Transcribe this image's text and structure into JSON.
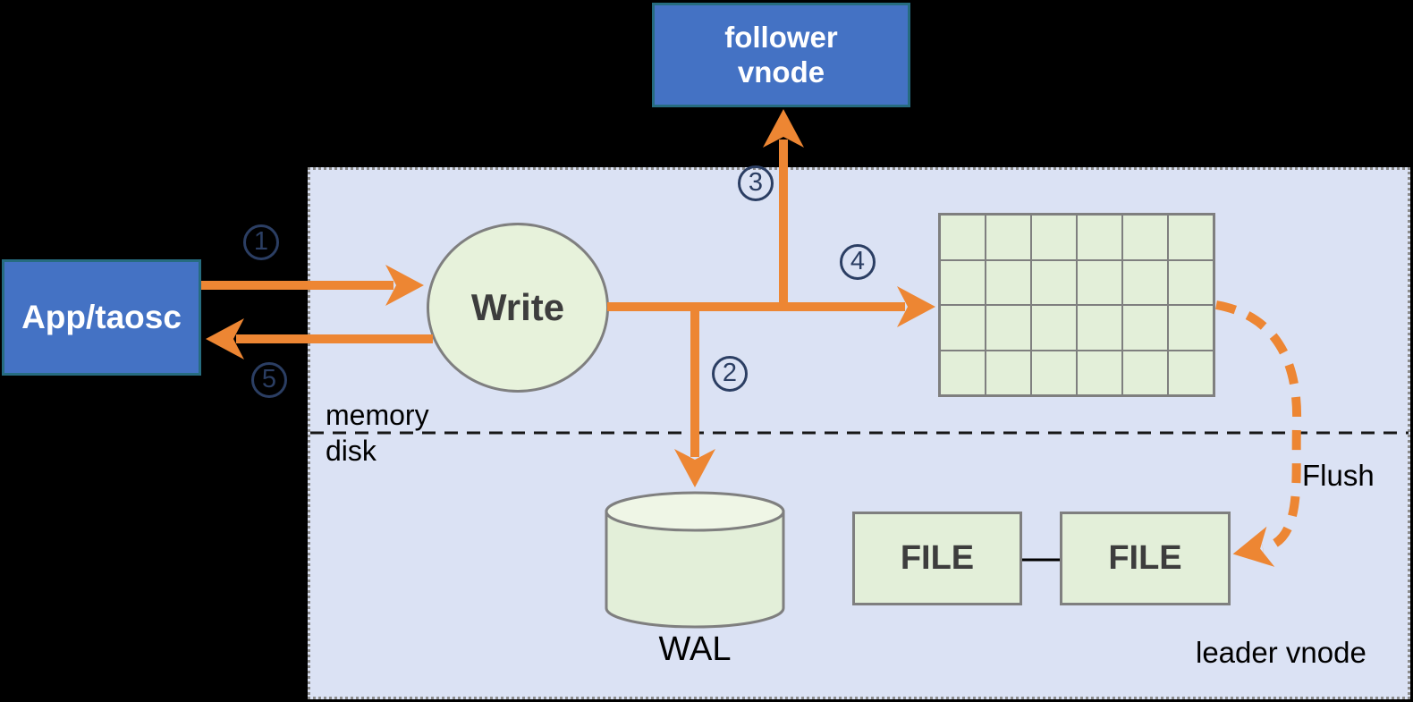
{
  "diagram": {
    "title_context": "leader vnode write flow",
    "nodes": {
      "app": {
        "label": "App/taosc"
      },
      "follower": {
        "label_line1": "follower",
        "label_line2": "vnode"
      },
      "write": {
        "label": "Write"
      },
      "wal": {
        "label": "WAL"
      },
      "file1": {
        "label": "FILE"
      },
      "file2": {
        "label": "FILE"
      }
    },
    "labels": {
      "memory": "memory",
      "disk": "disk",
      "flush": "Flush",
      "leader_vnode": "leader vnode"
    },
    "steps": [
      "1",
      "2",
      "3",
      "4",
      "5"
    ],
    "grid": {
      "rows": 4,
      "cols": 6
    },
    "colors": {
      "background": "#000000",
      "container_fill": "#dbe2f4",
      "container_border": "#8c8c8c",
      "node_blue_fill": "#4472c4",
      "node_blue_border": "#266c80",
      "green_fill": "#e3efd9",
      "green_border": "#7f7f7f",
      "arrow_orange": "#ed8633",
      "step_navy": "#2b3e63",
      "dark_text": "#3d3d3d"
    }
  }
}
